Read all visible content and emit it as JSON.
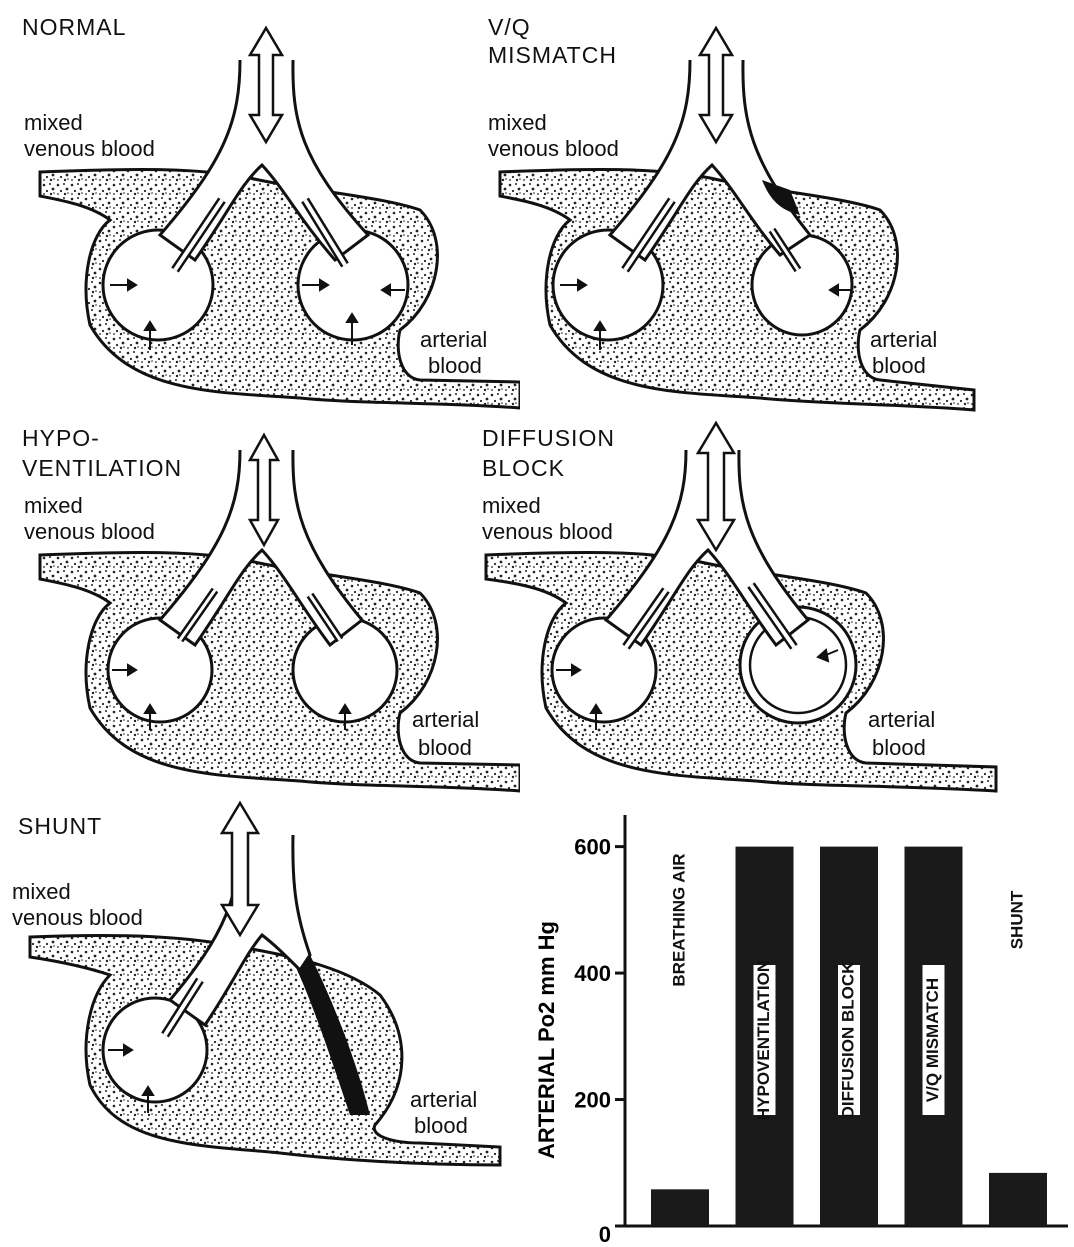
{
  "panels": {
    "normal": {
      "title": "NORMAL",
      "venous": [
        "mixed",
        "venous blood"
      ],
      "arterial": [
        "arterial",
        "blood"
      ]
    },
    "vq": {
      "title": [
        "V/Q",
        "MISMATCH"
      ],
      "venous": [
        "mixed",
        "venous blood"
      ],
      "arterial": [
        "arterial",
        "blood"
      ]
    },
    "hypo": {
      "title": [
        "HYPO-",
        "VENTILATION"
      ],
      "venous": [
        "mixed",
        "venous blood"
      ],
      "arterial": [
        "arterial",
        "blood"
      ]
    },
    "diffusion": {
      "title": [
        "DIFFUSION",
        "BLOCK"
      ],
      "venous": [
        "mixed",
        "venous blood"
      ],
      "arterial": [
        "arterial",
        "blood"
      ]
    },
    "shunt": {
      "title": "SHUNT",
      "venous": [
        "mixed",
        "venous blood"
      ],
      "arterial": [
        "arterial",
        "blood"
      ]
    }
  },
  "chart_data": {
    "type": "bar",
    "categories": [
      "BREATHING AIR",
      "HYPOVENTILATION",
      "DIFFUSION BLOCK",
      "V/Q MISMATCH",
      "SHUNT"
    ],
    "values": [
      58,
      600,
      600,
      600,
      84
    ],
    "ylabel": "ARTERIAL Po2 mm Hg",
    "ylim": [
      0,
      650
    ],
    "yticks": [
      0,
      200,
      400,
      600
    ],
    "bar_color": "#1a1a1a"
  }
}
